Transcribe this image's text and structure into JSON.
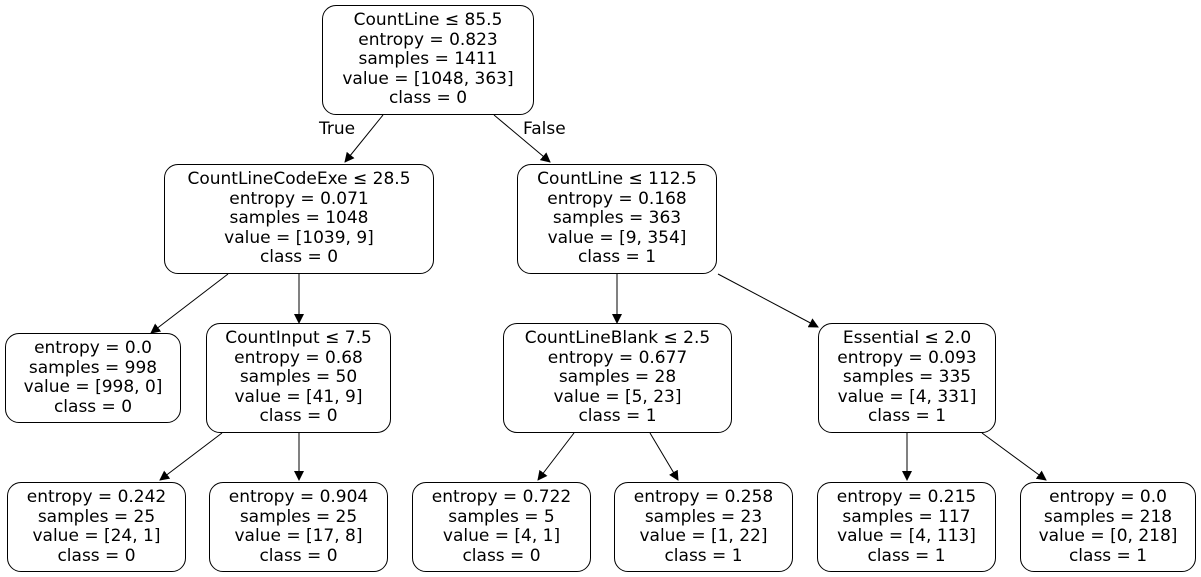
{
  "tree": {
    "nodes": [
      {
        "id": "n0",
        "lines": [
          "CountLine ≤ 85.5",
          "entropy = 0.823",
          "samples = 1411",
          "value = [1048, 363]",
          "class = 0"
        ]
      },
      {
        "id": "n1",
        "lines": [
          "CountLineCodeExe ≤ 28.5",
          "entropy = 0.071",
          "samples = 1048",
          "value = [1039, 9]",
          "class = 0"
        ]
      },
      {
        "id": "n2",
        "lines": [
          "CountLine ≤ 112.5",
          "entropy = 0.168",
          "samples = 363",
          "value = [9, 354]",
          "class = 1"
        ]
      },
      {
        "id": "n3",
        "lines": [
          "entropy = 0.0",
          "samples = 998",
          "value = [998, 0]",
          "class = 0"
        ]
      },
      {
        "id": "n4",
        "lines": [
          "CountInput ≤ 7.5",
          "entropy = 0.68",
          "samples = 50",
          "value = [41, 9]",
          "class = 0"
        ]
      },
      {
        "id": "n5",
        "lines": [
          "CountLineBlank ≤ 2.5",
          "entropy = 0.677",
          "samples = 28",
          "value = [5, 23]",
          "class = 1"
        ]
      },
      {
        "id": "n6",
        "lines": [
          "Essential ≤ 2.0",
          "entropy = 0.093",
          "samples = 335",
          "value = [4, 331]",
          "class = 1"
        ]
      },
      {
        "id": "n7",
        "lines": [
          "entropy = 0.242",
          "samples = 25",
          "value = [24, 1]",
          "class = 0"
        ]
      },
      {
        "id": "n8",
        "lines": [
          "entropy = 0.904",
          "samples = 25",
          "value = [17, 8]",
          "class = 0"
        ]
      },
      {
        "id": "n9",
        "lines": [
          "entropy = 0.722",
          "samples = 5",
          "value = [4, 1]",
          "class = 0"
        ]
      },
      {
        "id": "n10",
        "lines": [
          "entropy = 0.258",
          "samples = 23",
          "value = [1, 22]",
          "class = 1"
        ]
      },
      {
        "id": "n11",
        "lines": [
          "entropy = 0.215",
          "samples = 117",
          "value = [4, 113]",
          "class = 1"
        ]
      },
      {
        "id": "n12",
        "lines": [
          "entropy = 0.0",
          "samples = 218",
          "value = [0, 218]",
          "class = 1"
        ]
      }
    ],
    "edges": [
      {
        "from": "n0",
        "to": "n1",
        "label": "True"
      },
      {
        "from": "n0",
        "to": "n2",
        "label": "False"
      },
      {
        "from": "n1",
        "to": "n3"
      },
      {
        "from": "n1",
        "to": "n4"
      },
      {
        "from": "n2",
        "to": "n5"
      },
      {
        "from": "n2",
        "to": "n6"
      },
      {
        "from": "n4",
        "to": "n7"
      },
      {
        "from": "n4",
        "to": "n8"
      },
      {
        "from": "n5",
        "to": "n9"
      },
      {
        "from": "n5",
        "to": "n10"
      },
      {
        "from": "n6",
        "to": "n11"
      },
      {
        "from": "n6",
        "to": "n12"
      }
    ]
  }
}
